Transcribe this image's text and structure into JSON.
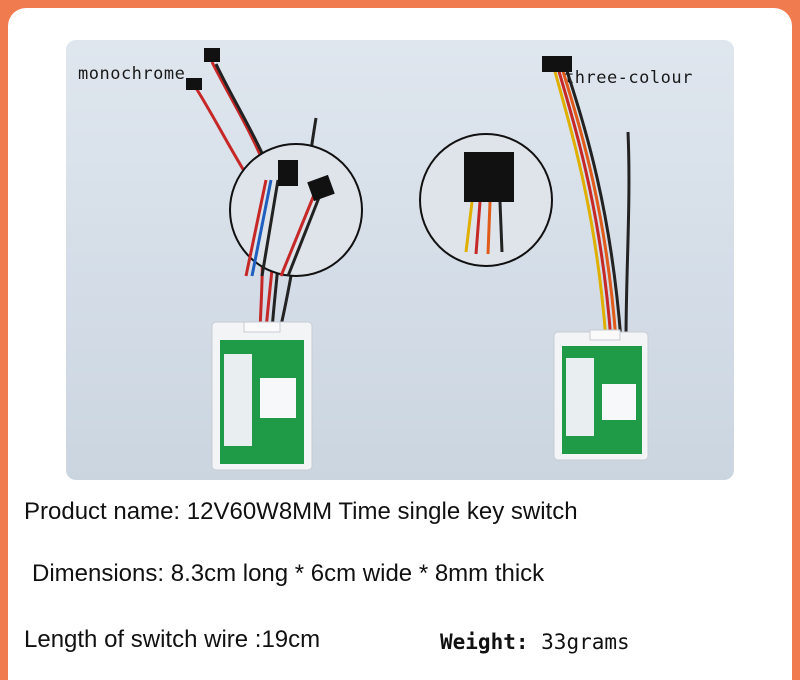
{
  "photo": {
    "label_left": "monochrome",
    "label_right": "three-colour"
  },
  "specs": {
    "product_name_label": "Product name:",
    "product_name_value": " 12V60W8MM Time single key switch",
    "dimensions_label": "Dimensions:",
    "dimensions_value": " 8.3cm long * 6cm wide * 8mm thick",
    "wire_label": "Length of switch wire",
    "wire_value": " :19cm",
    "weight_label": "Weight:",
    "weight_value": " 33grams"
  },
  "colors": {
    "background": "#ef7b4f",
    "card": "#ffffff",
    "board_green": "#1f9a47"
  }
}
